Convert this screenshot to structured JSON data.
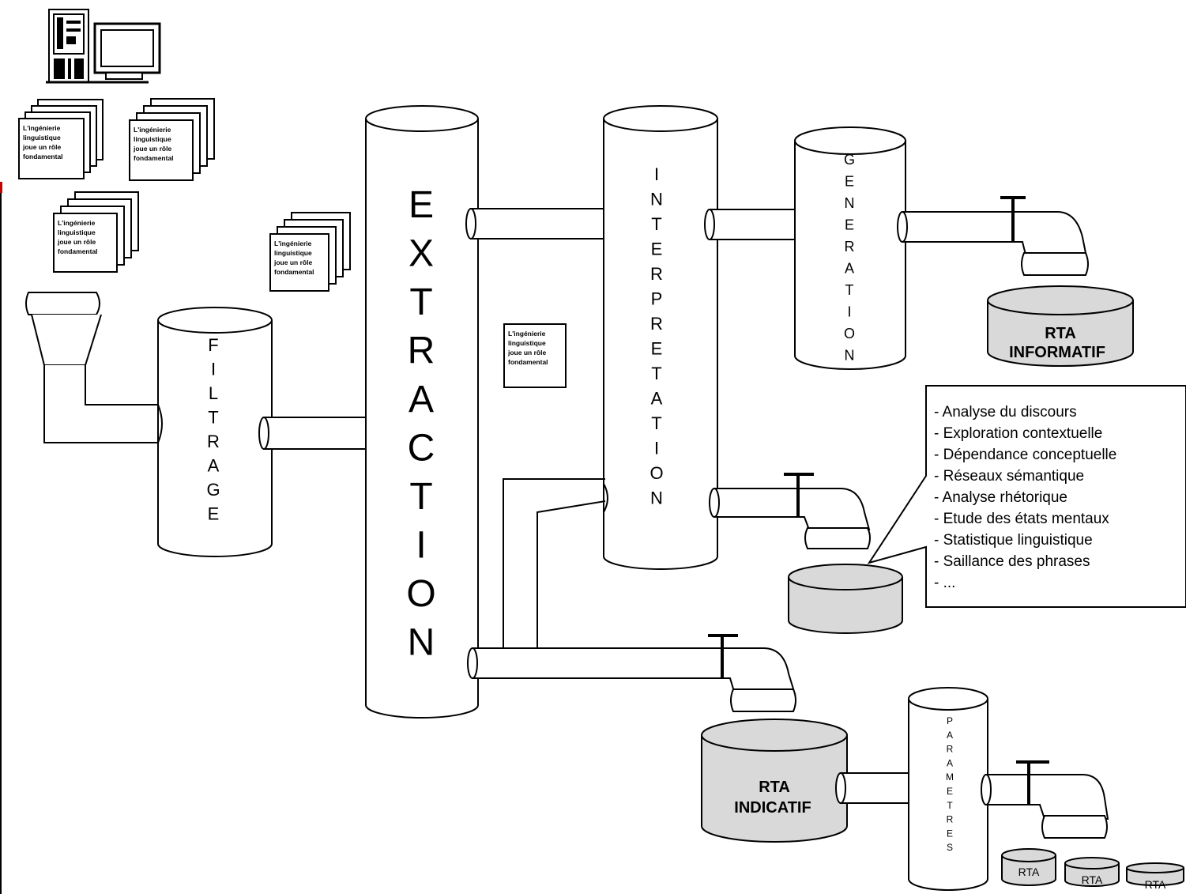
{
  "columns": {
    "filtrage": "FILTRAGE",
    "extraction": "EXTRACTION",
    "interpretation": "INTERPRETATION",
    "generation": "GENERATION",
    "parametres": "PARAMETRES"
  },
  "tanks": {
    "informatif": [
      "RTA",
      "INFORMATIF"
    ],
    "indicatif": [
      "RTA",
      "INDICATIF"
    ],
    "small": [
      "RTA",
      "RTA",
      "RTA"
    ]
  },
  "doc_text": [
    "L'ingénierie",
    "linguistique",
    "joue un rôle",
    "fondamental"
  ],
  "methods": [
    "- Analyse du discours",
    "- Exploration contextuelle",
    "- Dépendance conceptuelle",
    "- Réseaux sémantique",
    "- Analyse rhétorique",
    "- Etude des états mentaux",
    "- Statistique linguistique",
    "- Saillance des phrases",
    "- ..."
  ],
  "colors": {
    "tank_fill": "#d9d9d9",
    "stroke": "#000000",
    "background": "#ffffff"
  }
}
